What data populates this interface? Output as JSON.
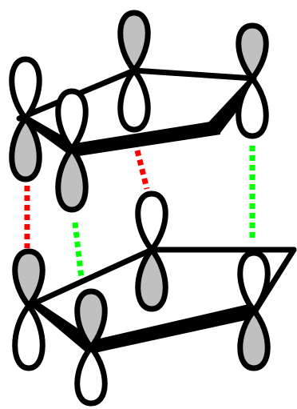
{
  "colors": {
    "background": "#ffffff",
    "outline": "#000000",
    "shaded_lobe": "#c0c0c0",
    "empty_lobe": "#ffffff",
    "antibonding_interaction": "#ff0000",
    "bonding_interaction": "#00ff00"
  },
  "rings": [
    {
      "id": "upper",
      "orbitals": [
        {
          "id": "u1",
          "shaded_lobe": "bottom"
        },
        {
          "id": "u2",
          "shaded_lobe": "bottom"
        },
        {
          "id": "u3",
          "shaded_lobe": "top"
        },
        {
          "id": "u4",
          "shaded_lobe": "top"
        }
      ]
    },
    {
      "id": "lower",
      "orbitals": [
        {
          "id": "l1",
          "shaded_lobe": "top"
        },
        {
          "id": "l2",
          "shaded_lobe": "top"
        },
        {
          "id": "l3",
          "shaded_lobe": "bottom"
        },
        {
          "id": "l4",
          "shaded_lobe": "bottom"
        }
      ]
    }
  ],
  "interactions": [
    {
      "from": "u1",
      "to": "l1",
      "type": "antibonding_interaction"
    },
    {
      "from": "u2",
      "to": "l2",
      "type": "bonding_interaction"
    },
    {
      "from": "u2-u4 bond",
      "to": "l3",
      "type": "antibonding_interaction"
    },
    {
      "from": "u4",
      "to": "l4",
      "type": "bonding_interaction"
    }
  ]
}
